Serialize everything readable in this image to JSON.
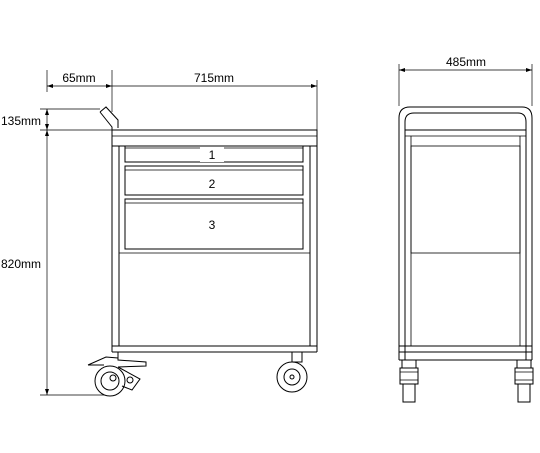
{
  "dimensions": {
    "offset": "65mm",
    "side_width": "715mm",
    "front_width": "485mm",
    "handle_height": "135mm",
    "body_height": "820mm"
  },
  "drawers": {
    "drawer_1": "1",
    "drawer_2": "2",
    "drawer_3": "3"
  }
}
